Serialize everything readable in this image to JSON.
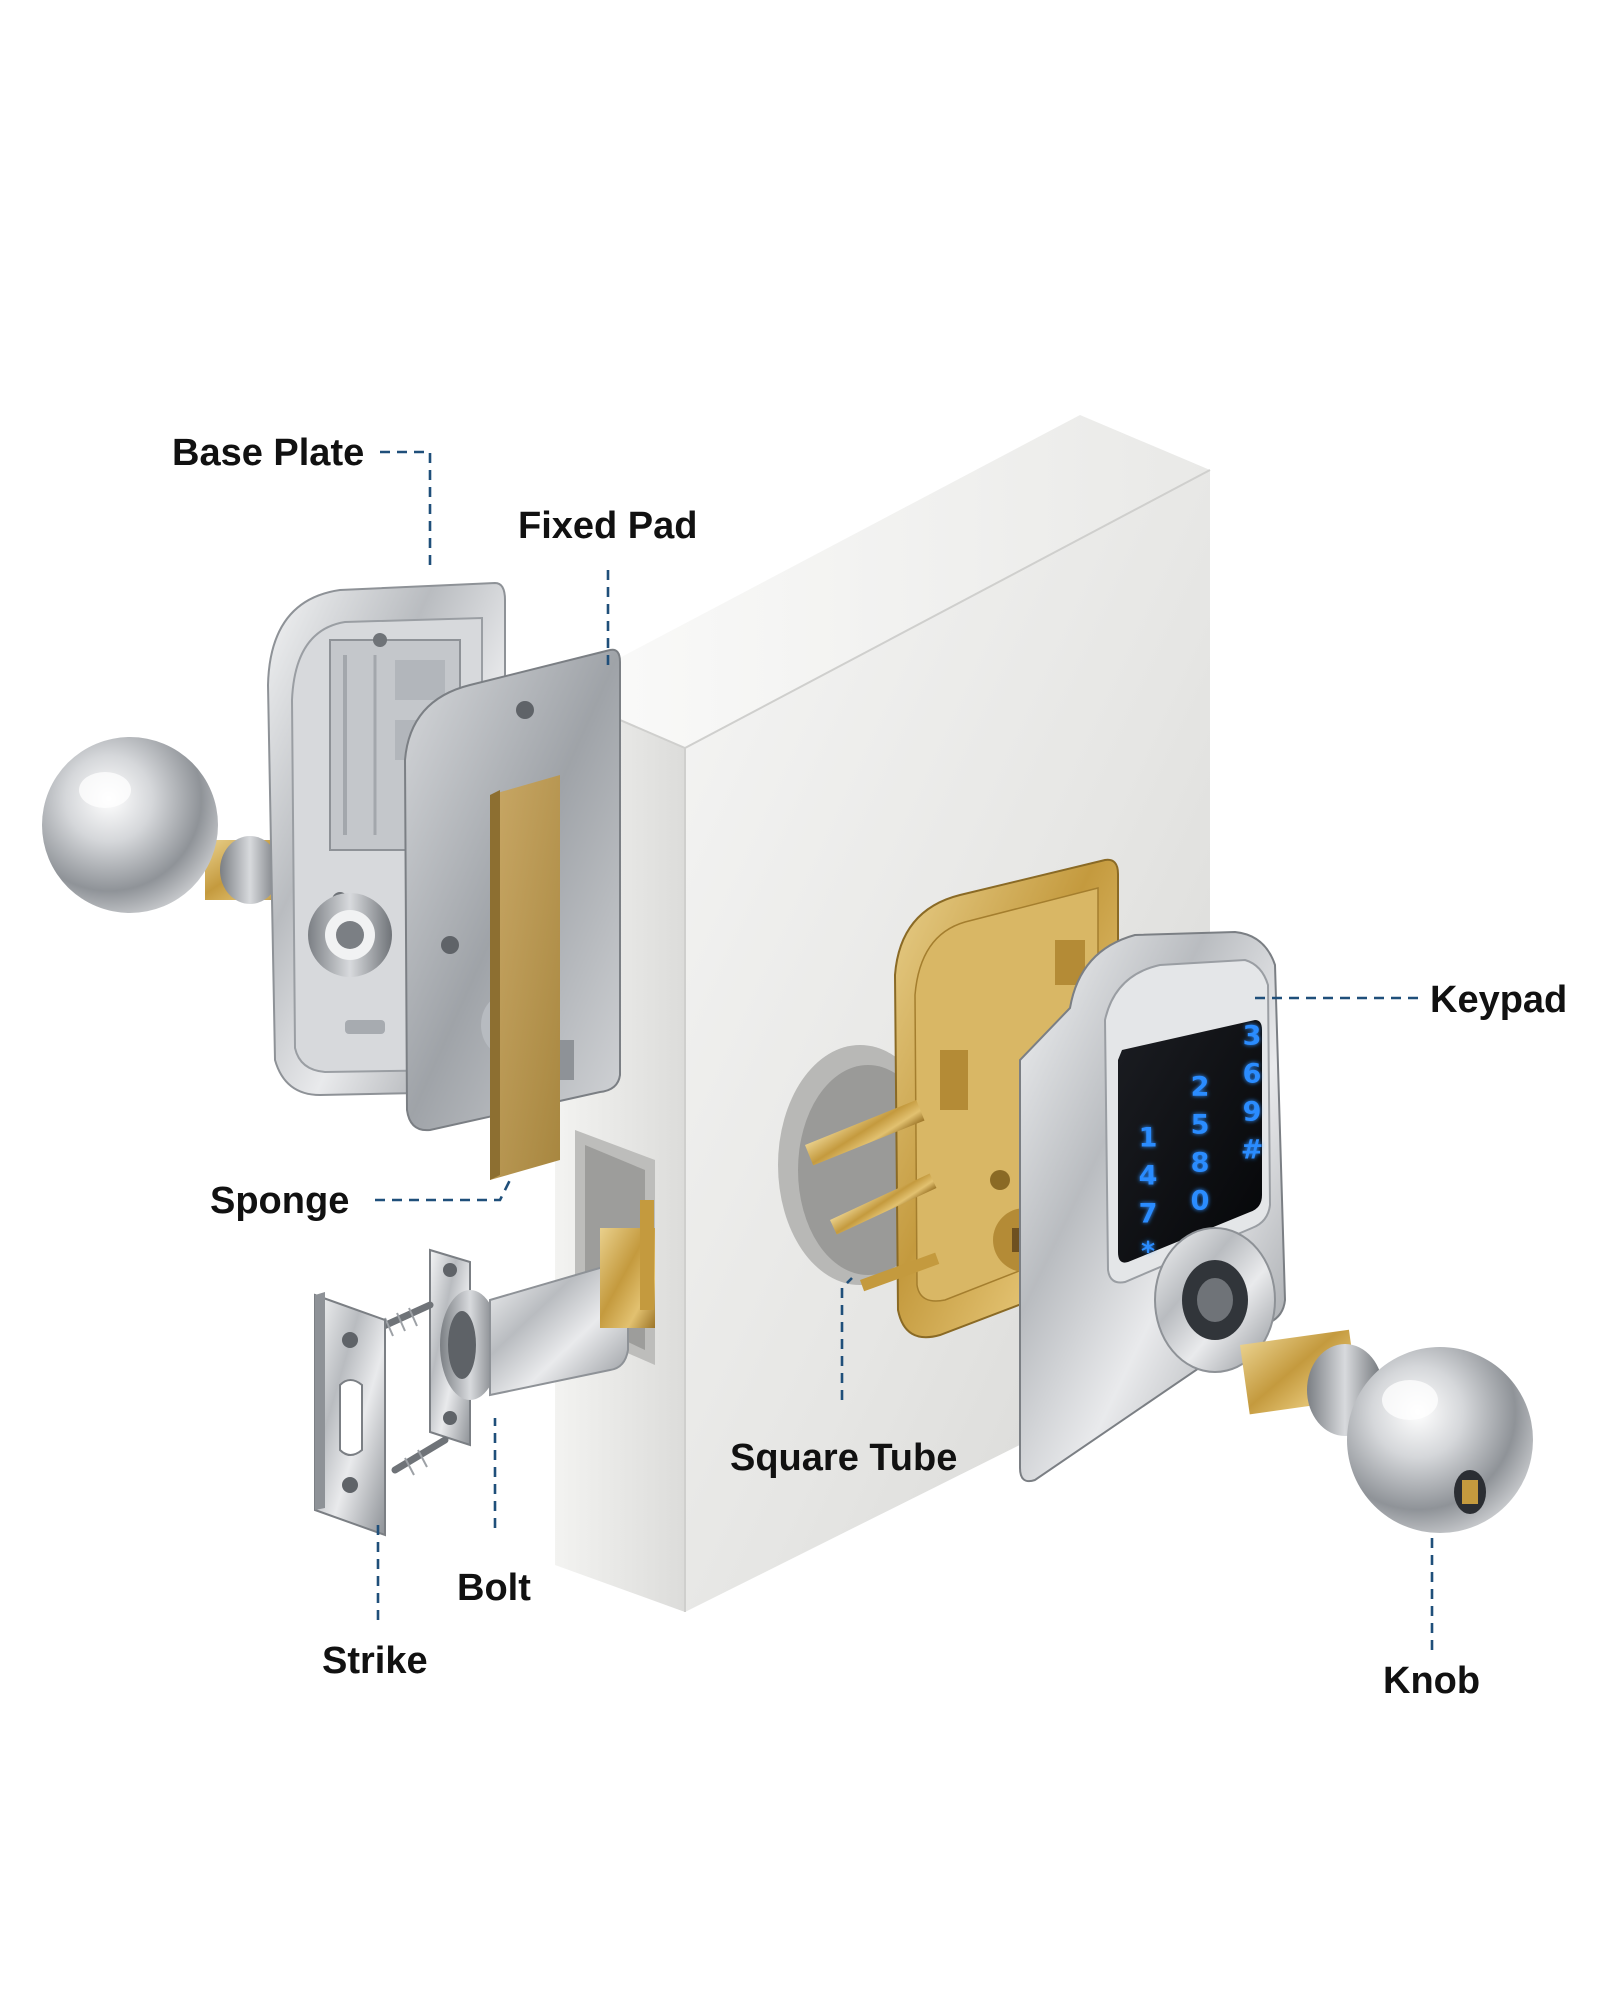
{
  "labels": {
    "base_plate": "Base Plate",
    "fixed_pad": "Fixed Pad",
    "sponge": "Sponge",
    "keypad": "Keypad",
    "square_tube": "Square Tube",
    "bolt": "Bolt",
    "strike": "Strike",
    "knob": "Knob"
  },
  "keypad_keys": [
    {
      "row": 0,
      "col": 2,
      "char": "3"
    },
    {
      "row": 1,
      "col": 1,
      "char": "2"
    },
    {
      "row": 1,
      "col": 2,
      "char": "6"
    },
    {
      "row": 2,
      "col": 0,
      "char": "1"
    },
    {
      "row": 2,
      "col": 1,
      "char": "5"
    },
    {
      "row": 2,
      "col": 2,
      "char": "9"
    },
    {
      "row": 3,
      "col": 0,
      "char": "4"
    },
    {
      "row": 3,
      "col": 1,
      "char": "8"
    },
    {
      "row": 3,
      "col": 2,
      "char": "#"
    },
    {
      "row": 4,
      "col": 0,
      "char": "7"
    },
    {
      "row": 4,
      "col": 1,
      "char": "0"
    },
    {
      "row": 5,
      "col": 0,
      "char": "*"
    }
  ],
  "colors": {
    "leader_line": "#1f4f7a",
    "key_glow": "#2b8cff",
    "label_text": "#111111"
  }
}
